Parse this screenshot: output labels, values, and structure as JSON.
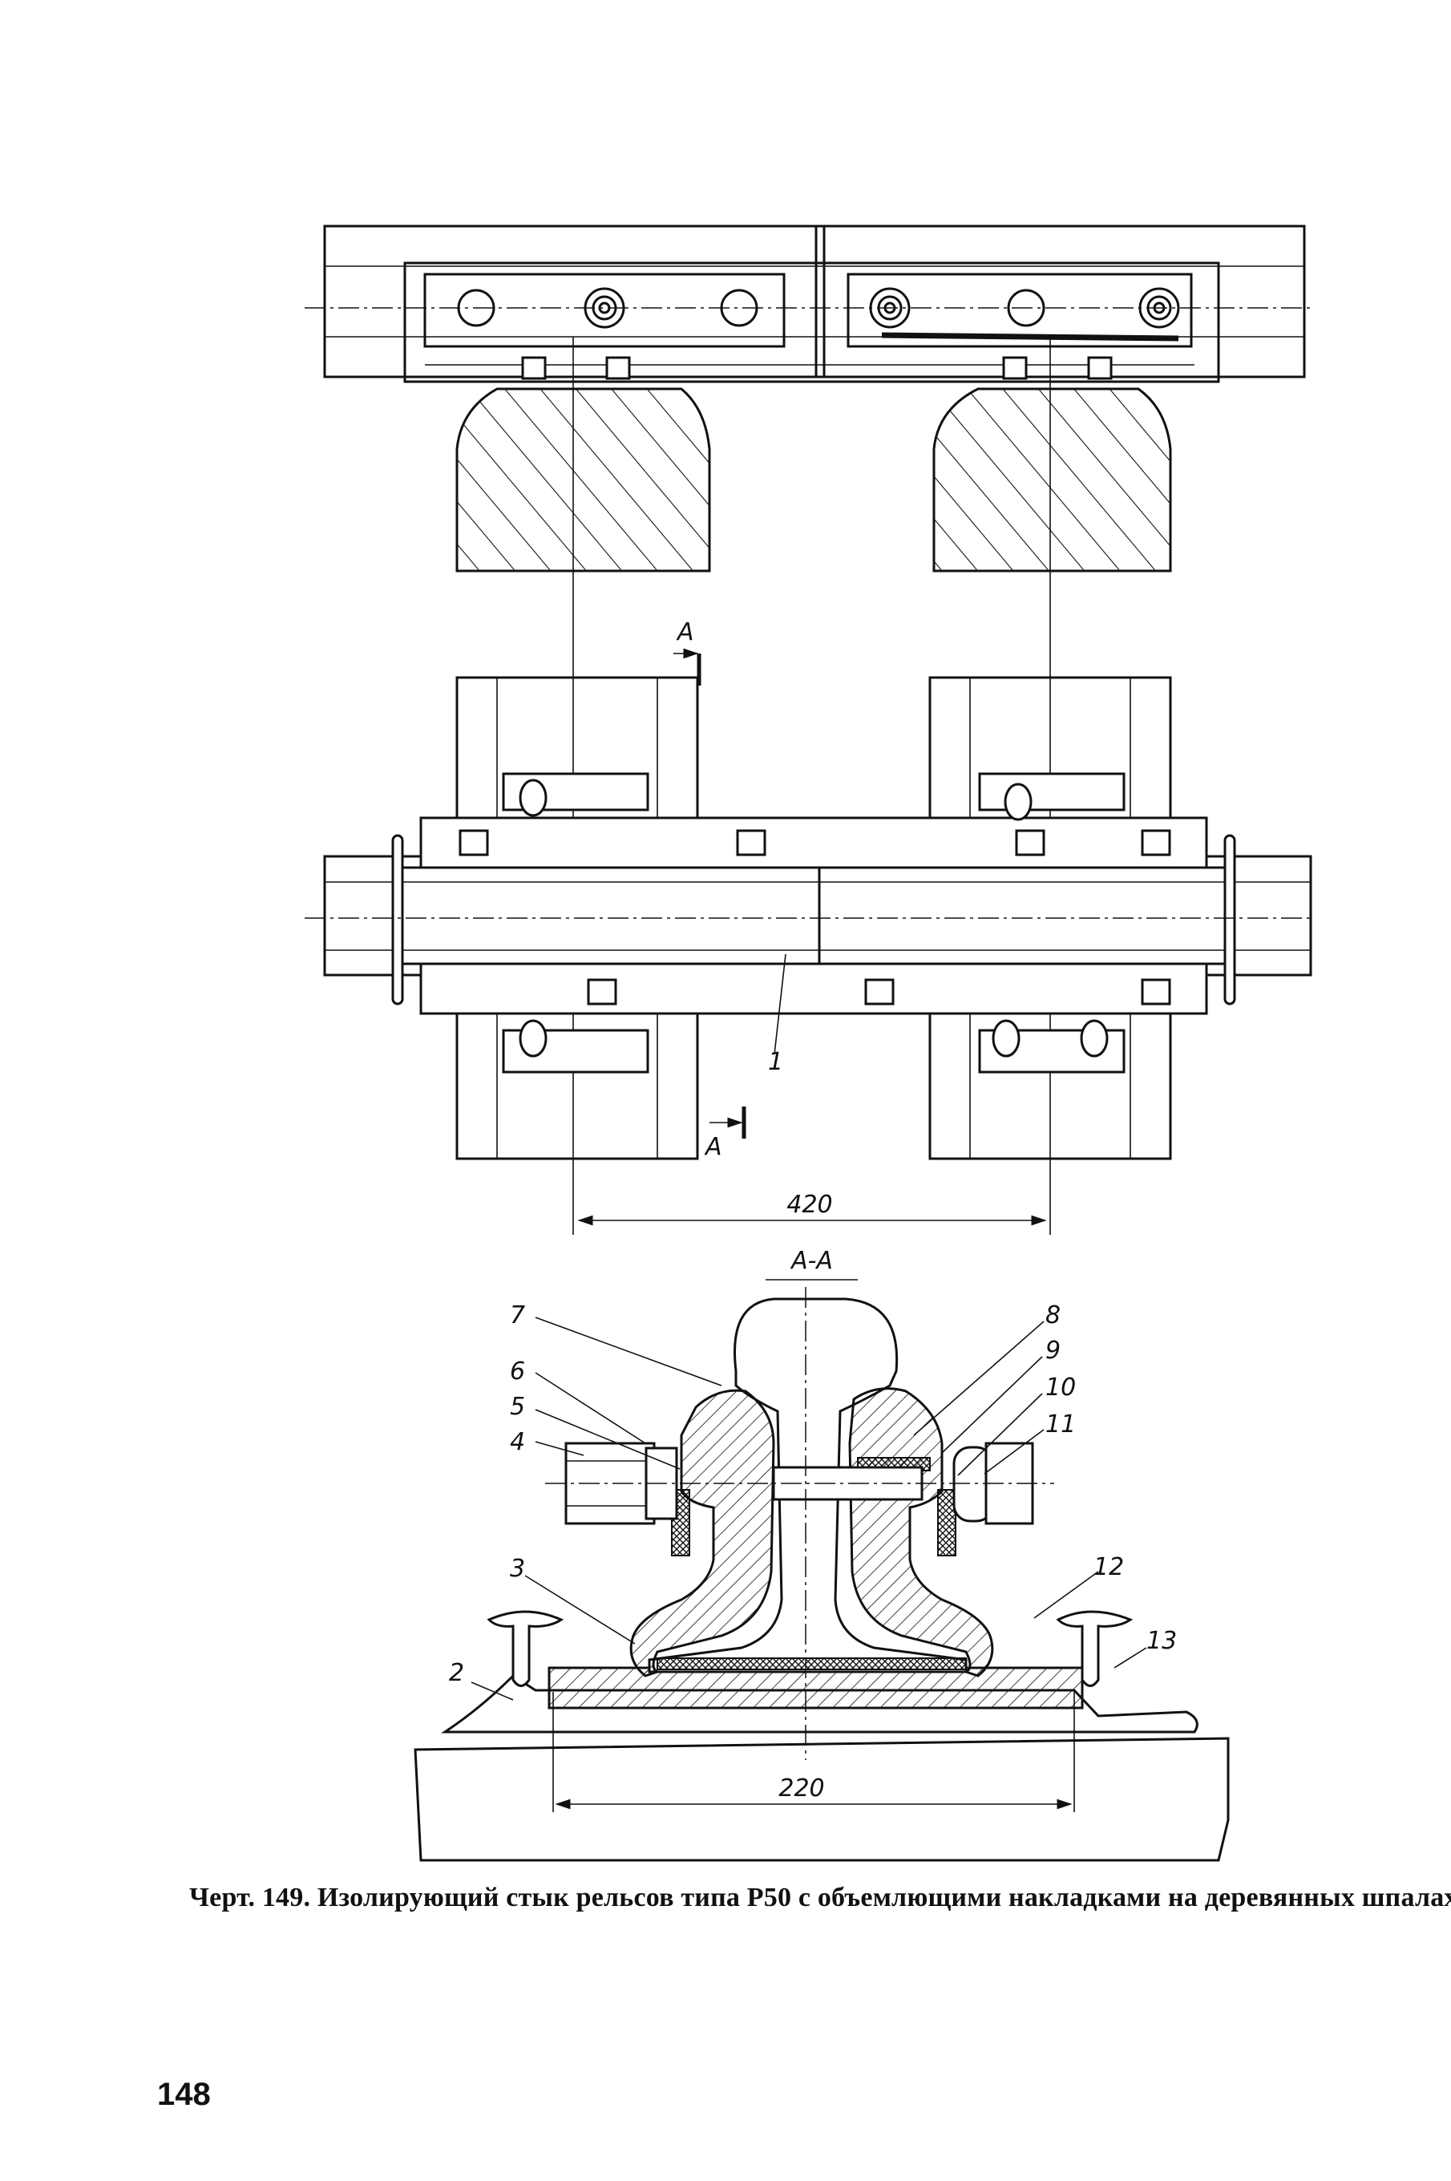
{
  "figure": {
    "section_label_top": "A",
    "section_label_bottom": "A",
    "section_title": "A-A",
    "dimension_top": "420",
    "dimension_bottom": "220",
    "callouts": [
      "1",
      "2",
      "3",
      "4",
      "5",
      "6",
      "7",
      "8",
      "9",
      "10",
      "11",
      "12",
      "13"
    ]
  },
  "caption": "Черт. 149. Изолирующий стык рельсов типа Р50 с объемлющими накладками на деревянных шпалах",
  "page_number": "148"
}
